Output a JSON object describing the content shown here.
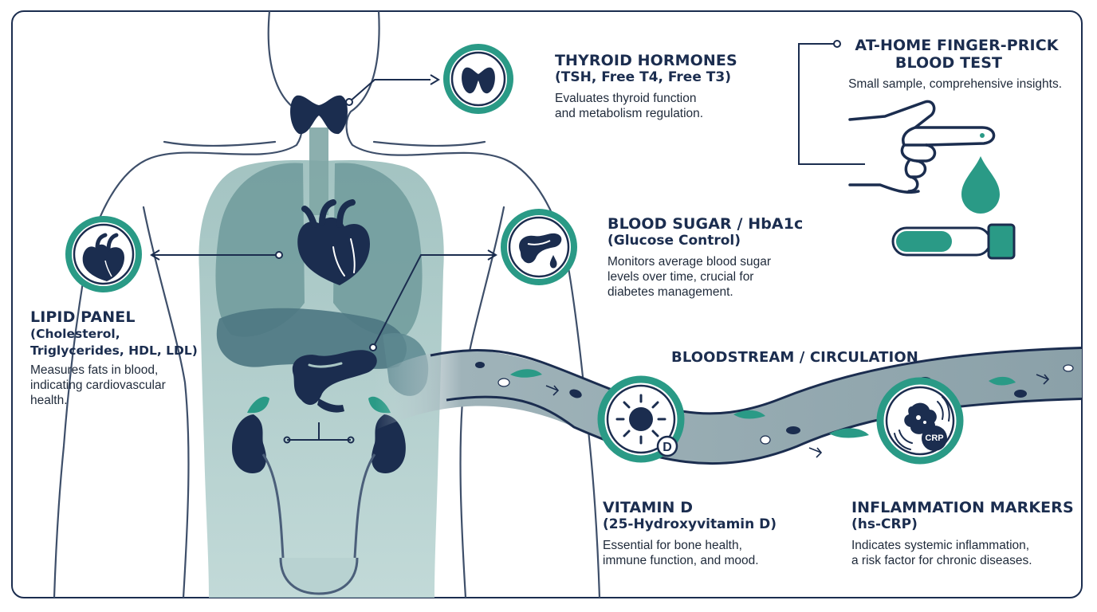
{
  "thyroid": {
    "title": "THYROID HORMONES",
    "subtitle": "(TSH, Free T4, Free T3)",
    "desc1": "Evaluates thyroid function",
    "desc2": "and metabolism regulation.",
    "icon": "thyroid-icon"
  },
  "finger_prick": {
    "title1": "AT-HOME FINGER-PRICK",
    "title2": "BLOOD TEST",
    "desc": "Small sample, comprehensive insights.",
    "icon": "finger-prick-hand-icon"
  },
  "blood_sugar": {
    "title": "BLOOD SUGAR / HbA1c",
    "subtitle": "(Glucose Control)",
    "desc1": "Monitors average blood sugar",
    "desc2": "levels over time, crucial for",
    "desc3": "diabetes management.",
    "icon": "pancreas-icon"
  },
  "lipid": {
    "title": "LIPID PANEL",
    "subtitle1": "(Cholesterol,",
    "subtitle2": "Triglycerides, HDL, LDL)",
    "desc1": "Measures fats in blood,",
    "desc2": "indicating cardiovascular",
    "desc3": "health.",
    "icon": "heart-icon"
  },
  "bloodstream": {
    "title": "BLOODSTREAM / CIRCULATION"
  },
  "vitamin_d": {
    "title": "VITAMIN D",
    "subtitle": "(25-Hydroxyvitamin D)",
    "desc1": "Essential for bone health,",
    "desc2": "immune function, and mood.",
    "badge": "D",
    "icon": "sun-icon"
  },
  "inflammation": {
    "title": "INFLAMMATION MARKERS",
    "subtitle": "(hs-CRP)",
    "desc1": "Indicates systemic inflammation,",
    "desc2": "a risk factor for chronic diseases.",
    "badge": "CRP",
    "icon": "immune-cell-icon"
  },
  "colors": {
    "navy": "#1b2d4f",
    "teal": "#2a9a86",
    "body_fill": "#a9c6c4",
    "tube": "#8aa3ab"
  }
}
